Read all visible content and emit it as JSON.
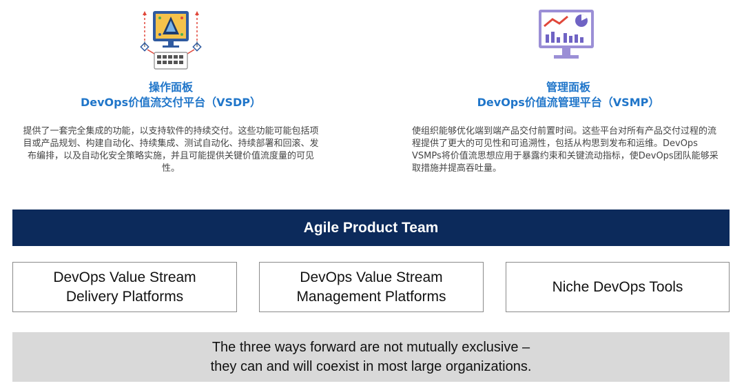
{
  "vsdp": {
    "title_cn": "操作面板",
    "title_full": "DevOps价值流交付平台（VSDP）",
    "description": "提供了一套完全集成的功能，以支持软件的持续交付。这些功能可能包括项目或产品规划、构建自动化、持续集成、测试自动化、持续部署和回滚、发布编排，以及自动化安全策略实施，并且可能提供关键价值流度量的可见性。",
    "icon": "monitor-workflow-icon"
  },
  "vsmp": {
    "title_cn": "管理面板",
    "title_full": "DevOps价值流管理平台（VSMP）",
    "description": "使组织能够优化端到端产品交付前置时间。这些平台对所有产品交付过程的流程提供了更大的可见性和可追溯性，包括从构思到发布和运维。DevOps VSMPs将价值流思想应用于暴露约束和关键流动指标，使DevOps团队能够采取措施并提高吞吐量。",
    "icon": "dashboard-chart-icon"
  },
  "banner": {
    "label": "Agile Product Team"
  },
  "boxes": [
    {
      "label": "DevOps Value Stream\nDelivery Platforms"
    },
    {
      "label": "DevOps Value Stream\nManagement Platforms"
    },
    {
      "label": "Niche DevOps Tools"
    }
  ],
  "footer": {
    "text": "The three ways forward are not mutually exclusive –\nthey can and will coexist in most large organizations."
  },
  "colors": {
    "navy": "#0c2a5b",
    "title_blue": "#1f75c9",
    "footer_gray": "#d9d9d9"
  }
}
